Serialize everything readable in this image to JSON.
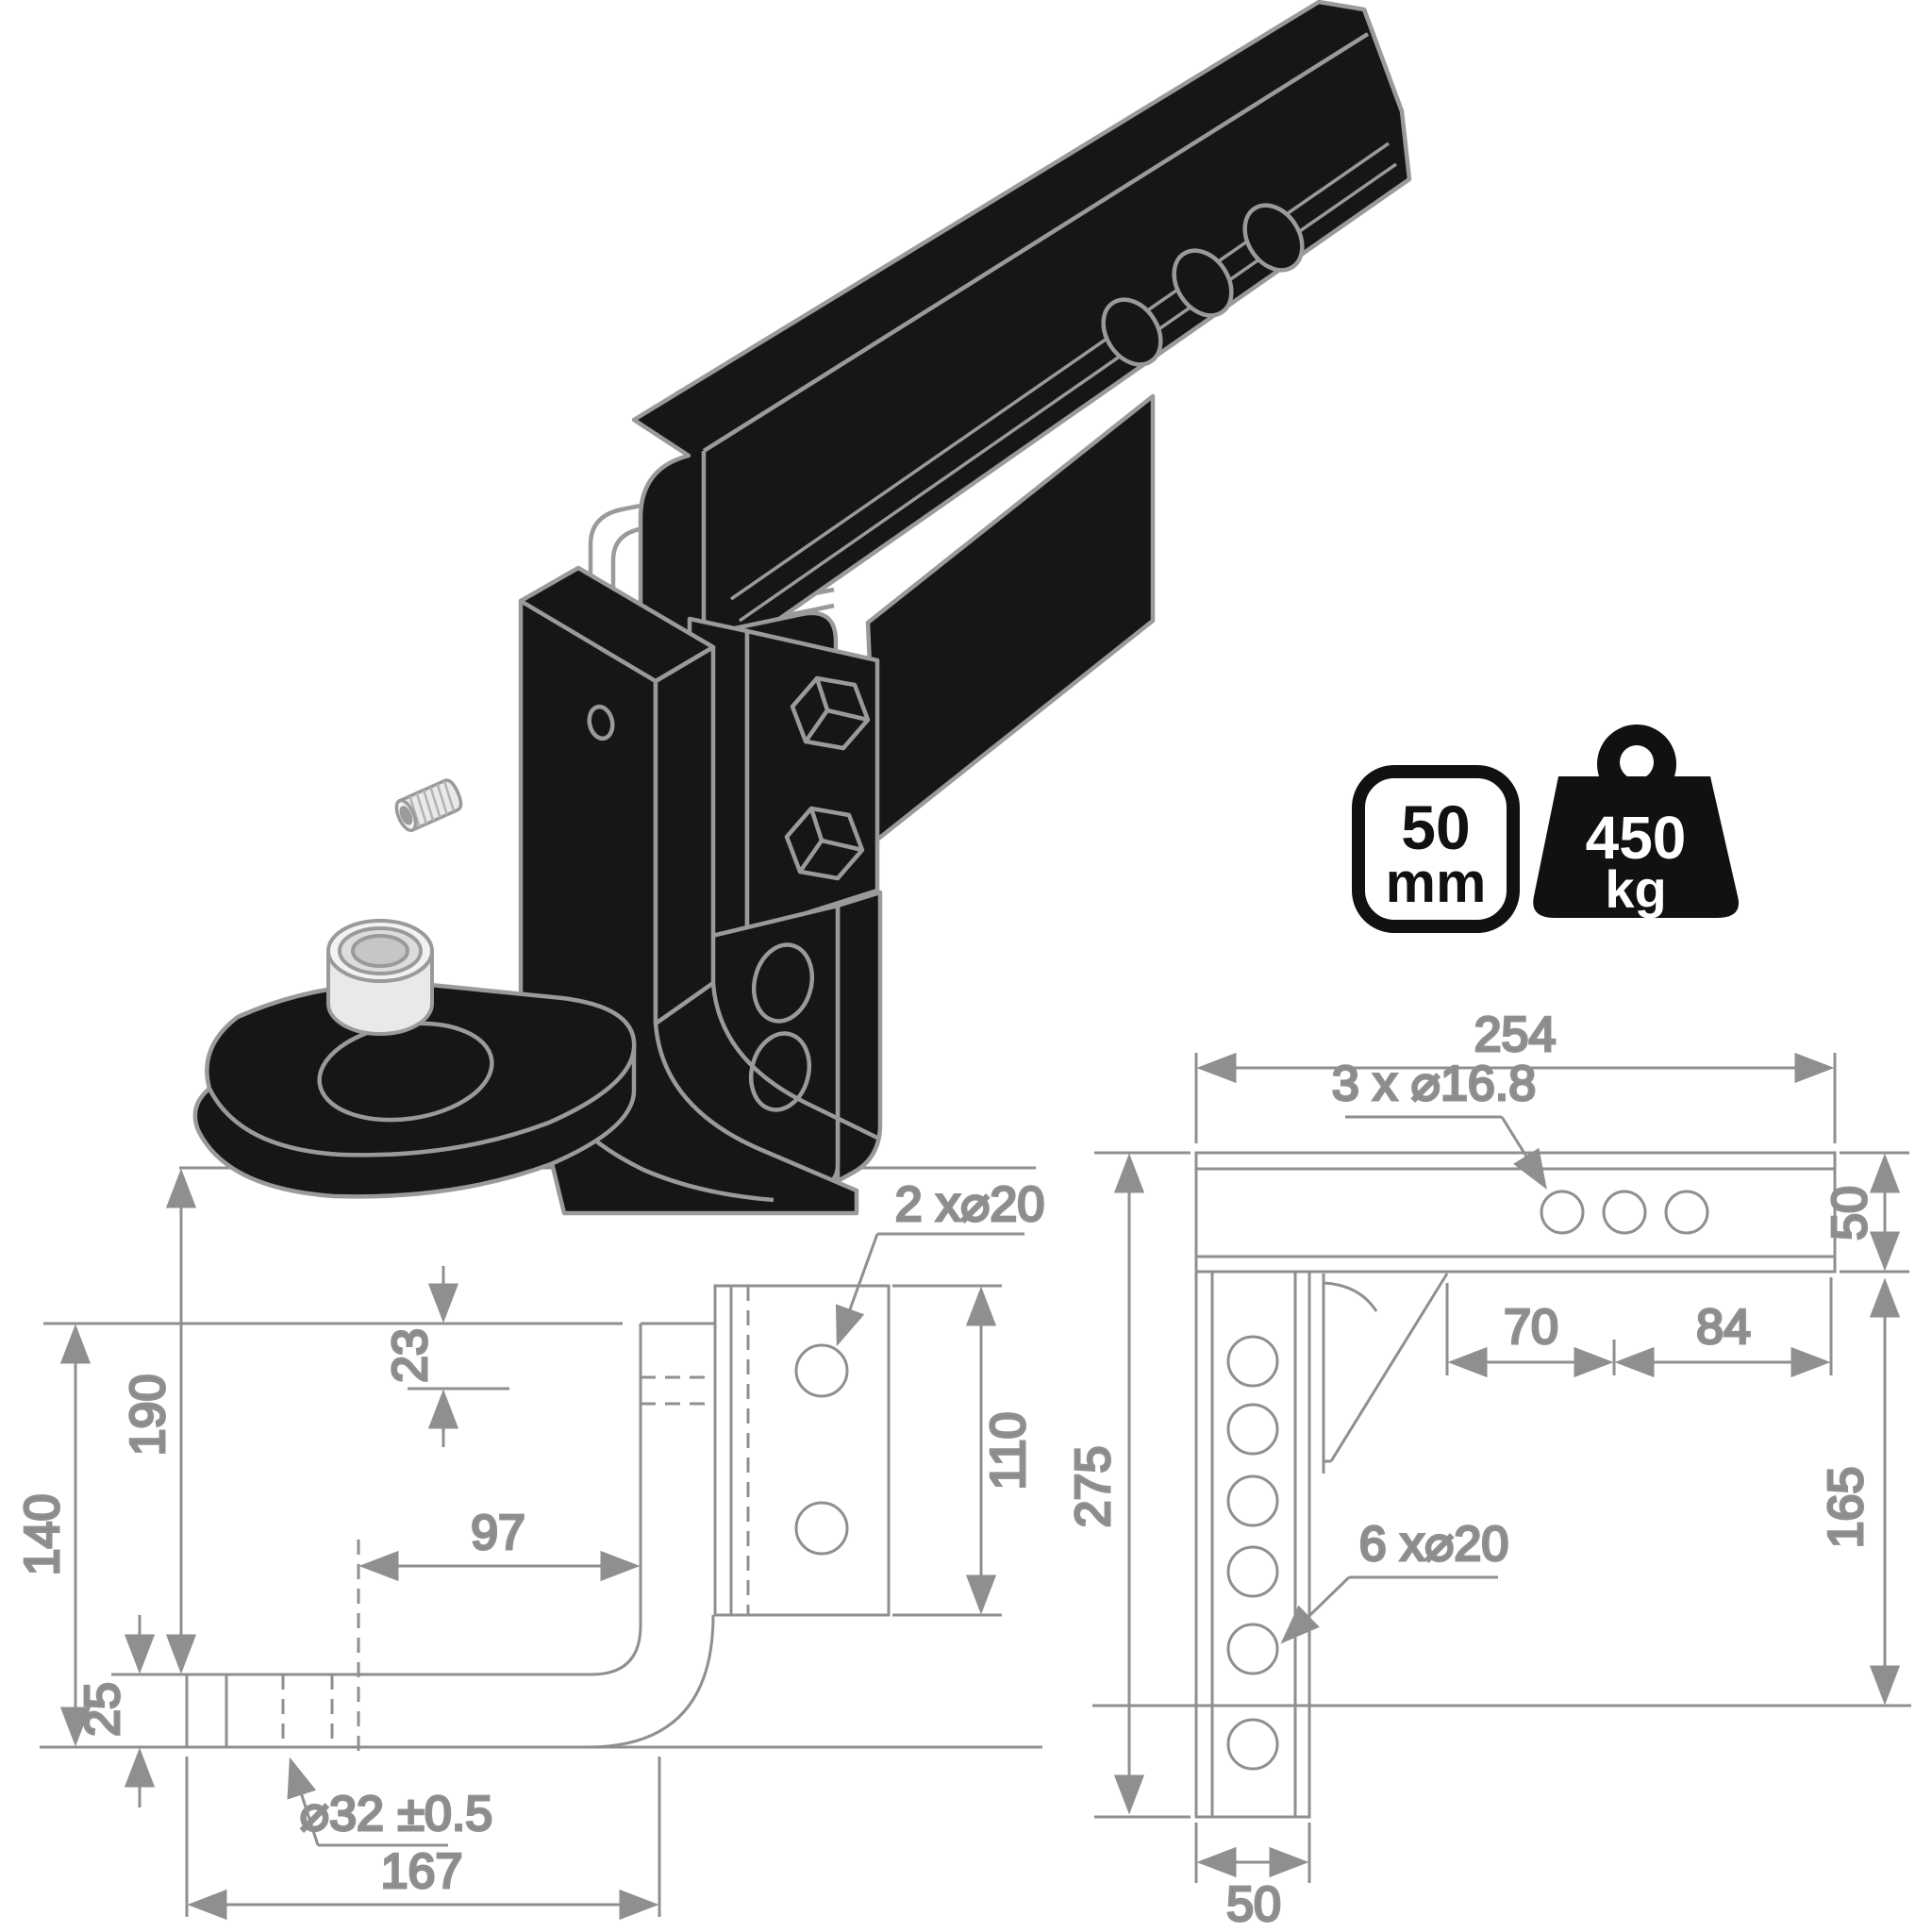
{
  "colors": {
    "line_gray": "#8f8f8f",
    "text_gray": "#8a8a8a",
    "ink_black": "#161616",
    "part_light": "#ededed"
  },
  "badges": {
    "size": {
      "value": "50",
      "unit": "mm"
    },
    "capacity": {
      "value": "450",
      "unit": "kg"
    }
  },
  "left_drawing": {
    "hole_label": "2 x⌀20",
    "tube_label": "⌀32 ±0.5",
    "dim_23": "23",
    "dim_190": "190",
    "dim_140": "140",
    "dim_25": "25",
    "dim_97": "97",
    "dim_167": "167",
    "dim_110": "110"
  },
  "right_drawing": {
    "shank_hole_label": "3 x ⌀16.8",
    "bar_hole_label": "6 x⌀20",
    "dim_254": "254",
    "dim_50_side": "50",
    "dim_70": "70",
    "dim_84": "84",
    "dim_275": "275",
    "dim_165": "165",
    "dim_50_bottom": "50"
  }
}
